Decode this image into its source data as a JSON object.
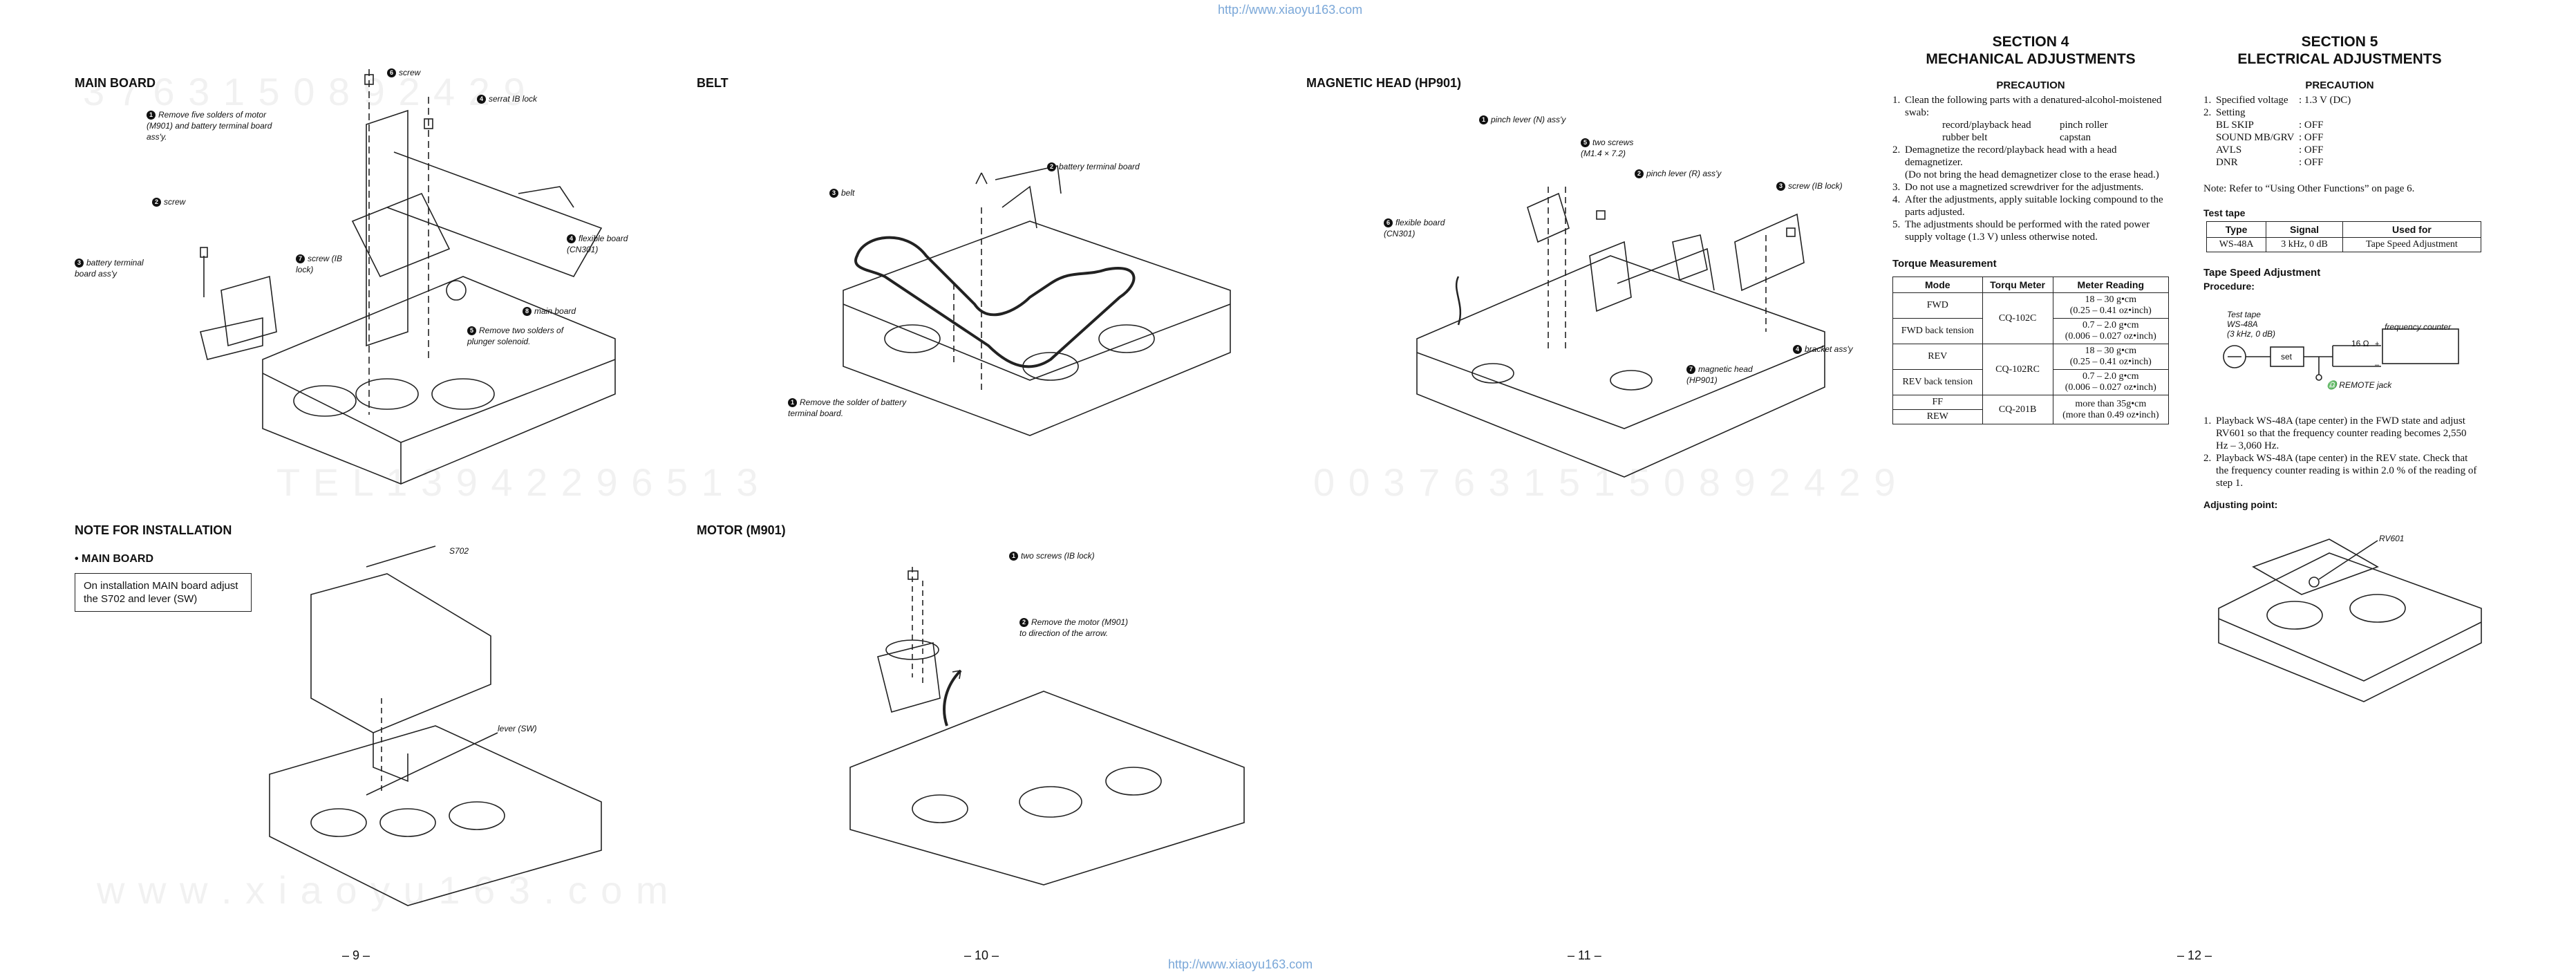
{
  "header_url": "http://www.xiaoyu163.com",
  "footer_url": "http://www.xiaoyu163.com",
  "watermarks": {
    "row1": "3 7 6 3 1 5 0 8 9 2 4 2 9",
    "row2": "T E L 1 3 9 4 2 2 9 6 5 1 3",
    "row3": "w w w . x i a o y u 1 6 3 . c o m",
    "row4": "0 0 3 7 6 3 1 5 1 5 0 8 9 2 4 2 9"
  },
  "page9": {
    "page_number": "– 9 –",
    "main_board": {
      "title": "MAIN  BOARD",
      "callouts": [
        {
          "num": "6",
          "text": "screw"
        },
        {
          "num": "4",
          "text": "serrat IB lock"
        },
        {
          "num": "1",
          "text": "Remove five solders of motor (M901) and battery terminal board ass'y."
        },
        {
          "num": "2",
          "text": "screw"
        },
        {
          "num": "3",
          "text": "battery terminal board ass'y"
        },
        {
          "num": "7",
          "text": "screw (IB lock)"
        },
        {
          "num": "4",
          "text": "flexible board (CN301)"
        },
        {
          "num": "8",
          "text": "main board"
        },
        {
          "num": "5",
          "text": "Remove two solders of plunger solenoid."
        }
      ]
    },
    "installation": {
      "title": "NOTE  FOR  INSTALLATION",
      "subtitle": "• MAIN  BOARD",
      "note": "On installation MAIN board adjust the S702 and lever (SW)",
      "labels": [
        "S702",
        "lever (SW)"
      ]
    }
  },
  "page10": {
    "page_number": "– 10 –",
    "belt": {
      "title": "BELT",
      "callouts": [
        {
          "num": "3",
          "text": "belt"
        },
        {
          "num": "2",
          "text": "battery terminal board"
        },
        {
          "num": "1",
          "text": "Remove the solder of battery terminal board."
        }
      ]
    },
    "motor": {
      "title": "MOTOR (M901)",
      "callouts": [
        {
          "num": "1",
          "text": "two screws (IB lock)"
        },
        {
          "num": "2",
          "text": "Remove the motor (M901) to direction of the arrow."
        }
      ]
    }
  },
  "page11": {
    "page_number": "– 11 –",
    "head": {
      "title": "MAGNETIC  HEAD  (HP901)",
      "callouts": [
        {
          "num": "1",
          "text": "pinch lever (N) ass'y"
        },
        {
          "num": "5",
          "text": "two screws (M1.4 × 7.2)"
        },
        {
          "num": "2",
          "text": "pinch lever (R) ass'y"
        },
        {
          "num": "3",
          "text": "screw (IB lock)"
        },
        {
          "num": "6",
          "text": "flexible board (CN301)"
        },
        {
          "num": "4",
          "text": "bracket ass'y"
        },
        {
          "num": "7",
          "text": "magnetic head (HP901)"
        }
      ]
    }
  },
  "page12": {
    "page_number": "– 12 –",
    "section4": {
      "line1": "SECTION  4",
      "line2": "MECHANICAL  ADJUSTMENTS",
      "precaution_title": "PRECAUTION",
      "precautions": [
        {
          "n": "1.",
          "text": "Clean the following parts with a denatured-alcohol-moistened swab:"
        },
        {
          "n": "2.",
          "text": "Demagnetize the record/playback head with a head demagnetizer."
        },
        {
          "n": "",
          "text": "(Do not bring the head demagnetizer close to the erase head.)"
        },
        {
          "n": "3.",
          "text": "Do not use a magnetized screwdriver for the adjustments."
        },
        {
          "n": "4.",
          "text": "After the adjustments, apply suitable locking compound to the parts adjusted."
        },
        {
          "n": "5.",
          "text": "The adjustments should be performed with the rated power supply voltage (1.3 V) unless otherwise noted."
        }
      ],
      "clean_parts": [
        [
          "record/playback head",
          "pinch roller"
        ],
        [
          "rubber belt",
          "capstan"
        ]
      ],
      "torque_title": "Torque Measurement",
      "torque_headers": [
        "Mode",
        "Torqu Meter",
        "Meter Reading"
      ],
      "torque_rows": [
        {
          "mode": "FWD",
          "meter": "CQ-102C",
          "reading": [
            "18 – 30 g•cm",
            "(0.25 – 0.41 oz•inch)"
          ]
        },
        {
          "mode": "FWD back tension",
          "meter": "",
          "reading": [
            "0.7 – 2.0 g•cm",
            "(0.006 – 0.027 oz•inch)"
          ]
        },
        {
          "mode": "REV",
          "meter": "CQ-102RC",
          "reading": [
            "18 – 30 g•cm",
            "(0.25 – 0.41 oz•inch)"
          ]
        },
        {
          "mode": "REV back tension",
          "meter": "",
          "reading": [
            "0.7 – 2.0 g•cm",
            "(0.006 – 0.027 oz•inch)"
          ]
        },
        {
          "mode": "FF",
          "meter": "CQ-201B",
          "reading": [
            "more than 35g•cm",
            "(more than 0.49 oz•inch)"
          ]
        },
        {
          "mode": "REW",
          "meter": "",
          "reading": []
        }
      ]
    },
    "section5": {
      "line1": "SECTION  5",
      "line2": "ELECTRICAL  ADJUSTMENTS",
      "precaution_title": "PRECAUTION",
      "settings": [
        {
          "n": "1.",
          "k": "Specified voltage",
          "v": ": 1.3 V (DC)"
        },
        {
          "n": "2.",
          "k": "Setting",
          "v": ""
        },
        {
          "n": "",
          "k": "BL SKIP",
          "v": ": OFF"
        },
        {
          "n": "",
          "k": "SOUND MB/GRV",
          "v": ": OFF"
        },
        {
          "n": "",
          "k": "AVLS",
          "v": ": OFF"
        },
        {
          "n": "",
          "k": "DNR",
          "v": ": OFF"
        }
      ],
      "note": "Note: Refer to “Using Other Functions” on page 6.",
      "test_tape_title": "Test tape",
      "tape_headers": [
        "Type",
        "Signal",
        "Used for"
      ],
      "tape_row": [
        "WS-48A",
        "3 kHz, 0 dB",
        "Tape Speed Adjustment"
      ],
      "tape_speed_title": "Tape Speed Adjustment",
      "procedure": "Procedure:",
      "diagram": {
        "test_tape": "Test tape",
        "ws": "WS-48A",
        "khz": "(3 kHz, 0 dB)",
        "set": "set",
        "ohm": "16 Ω",
        "freq": "frequency counter",
        "plus": "+",
        "minus": "–",
        "remote": "REMOTE jack"
      },
      "steps": [
        {
          "n": "1.",
          "text": "Playback WS-48A (tape center) in the FWD state and adjust RV601 so that the frequency counter reading becomes 2,550 Hz – 3,060 Hz."
        },
        {
          "n": "2.",
          "text": "Playback WS-48A (tape center) in the REV state. Check that the frequency counter reading is within 2.0 % of the reading of step 1."
        }
      ],
      "adjusting_point": "Adjusting point:",
      "rv_label": "RV601"
    }
  }
}
